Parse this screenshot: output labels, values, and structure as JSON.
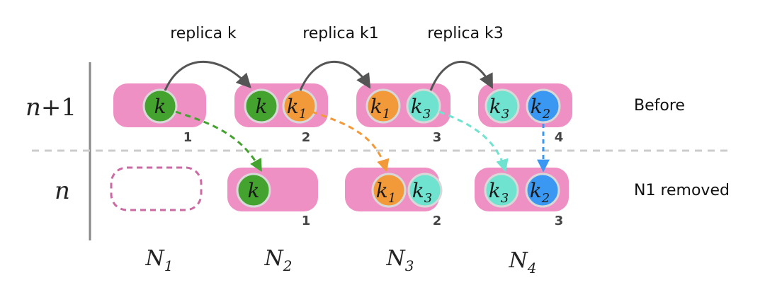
{
  "title_labels": {
    "replica_k": "replica k",
    "replica_k1": "replica k1",
    "replica_k3": "replica k3"
  },
  "rows": {
    "top": {
      "label_main": "n",
      "label_suffix": "+1",
      "state": "Before"
    },
    "bottom": {
      "label_main": "n",
      "state": "N1 removed"
    }
  },
  "columns": [
    {
      "name": "N",
      "sub": "1"
    },
    {
      "name": "N",
      "sub": "2"
    },
    {
      "name": "N",
      "sub": "3"
    },
    {
      "name": "N",
      "sub": "4"
    }
  ],
  "colors": {
    "node_fill": "#ef90c4",
    "node_dashed": "#cc6aa3",
    "k": "#43a32e",
    "k1": "#f29a3a",
    "k3": "#6fe3cf",
    "k2": "#3a98f2",
    "arrow": "#555555",
    "divider": "#cccccc",
    "axis": "#888888"
  },
  "top_nodes": [
    {
      "index": "1",
      "keys": [
        {
          "main": "k",
          "sub": ""
        }
      ]
    },
    {
      "index": "2",
      "keys": [
        {
          "main": "k",
          "sub": ""
        },
        {
          "main": "k",
          "sub": "1"
        }
      ]
    },
    {
      "index": "3",
      "keys": [
        {
          "main": "k",
          "sub": "1"
        },
        {
          "main": "k",
          "sub": "3"
        }
      ]
    },
    {
      "index": "4",
      "keys": [
        {
          "main": "k",
          "sub": "3"
        },
        {
          "main": "k",
          "sub": "2"
        }
      ]
    }
  ],
  "bottom_nodes": [
    {
      "index": "",
      "keys": []
    },
    {
      "index": "1",
      "keys": [
        {
          "main": "k",
          "sub": ""
        }
      ]
    },
    {
      "index": "2",
      "keys": [
        {
          "main": "k",
          "sub": "1"
        },
        {
          "main": "k",
          "sub": "3"
        }
      ]
    },
    {
      "index": "3",
      "keys": [
        {
          "main": "k",
          "sub": "3"
        },
        {
          "main": "k",
          "sub": "2"
        }
      ]
    }
  ]
}
